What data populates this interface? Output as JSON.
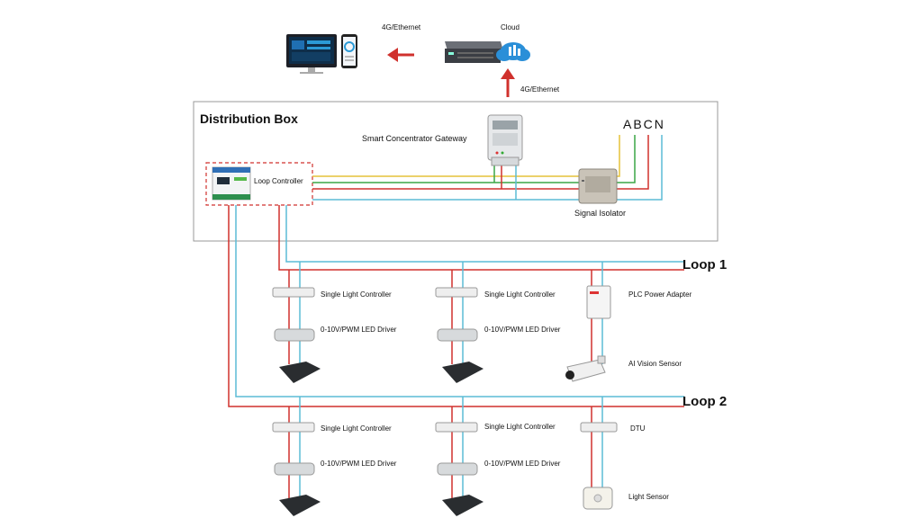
{
  "labels": {
    "link_top": "4G/Ethernet",
    "cloud": "Cloud",
    "link_right": "4G/Ethernet",
    "distribution_box": "Distribution Box",
    "gateway": "Smart Concentrator Gateway",
    "phases": "ABCN",
    "loop_controller": "Loop Controller",
    "signal_isolator": "Signal Isolator",
    "loop1": "Loop 1",
    "loop2": "Loop 2",
    "single_light_controller": "Single Light Controller",
    "led_driver": "0-10V/PWM LED Driver",
    "plc_power_adapter": "PLC Power Adapter",
    "ai_vision_sensor": "AI Vision Sensor",
    "dtu": "DTU",
    "light_sensor": "Light Sensor"
  },
  "colors": {
    "phase_a": "#e6c23a",
    "phase_b": "#3aa646",
    "phase_c": "#d0312d",
    "neutral": "#5bbcd6",
    "arrow": "#d0312d"
  }
}
